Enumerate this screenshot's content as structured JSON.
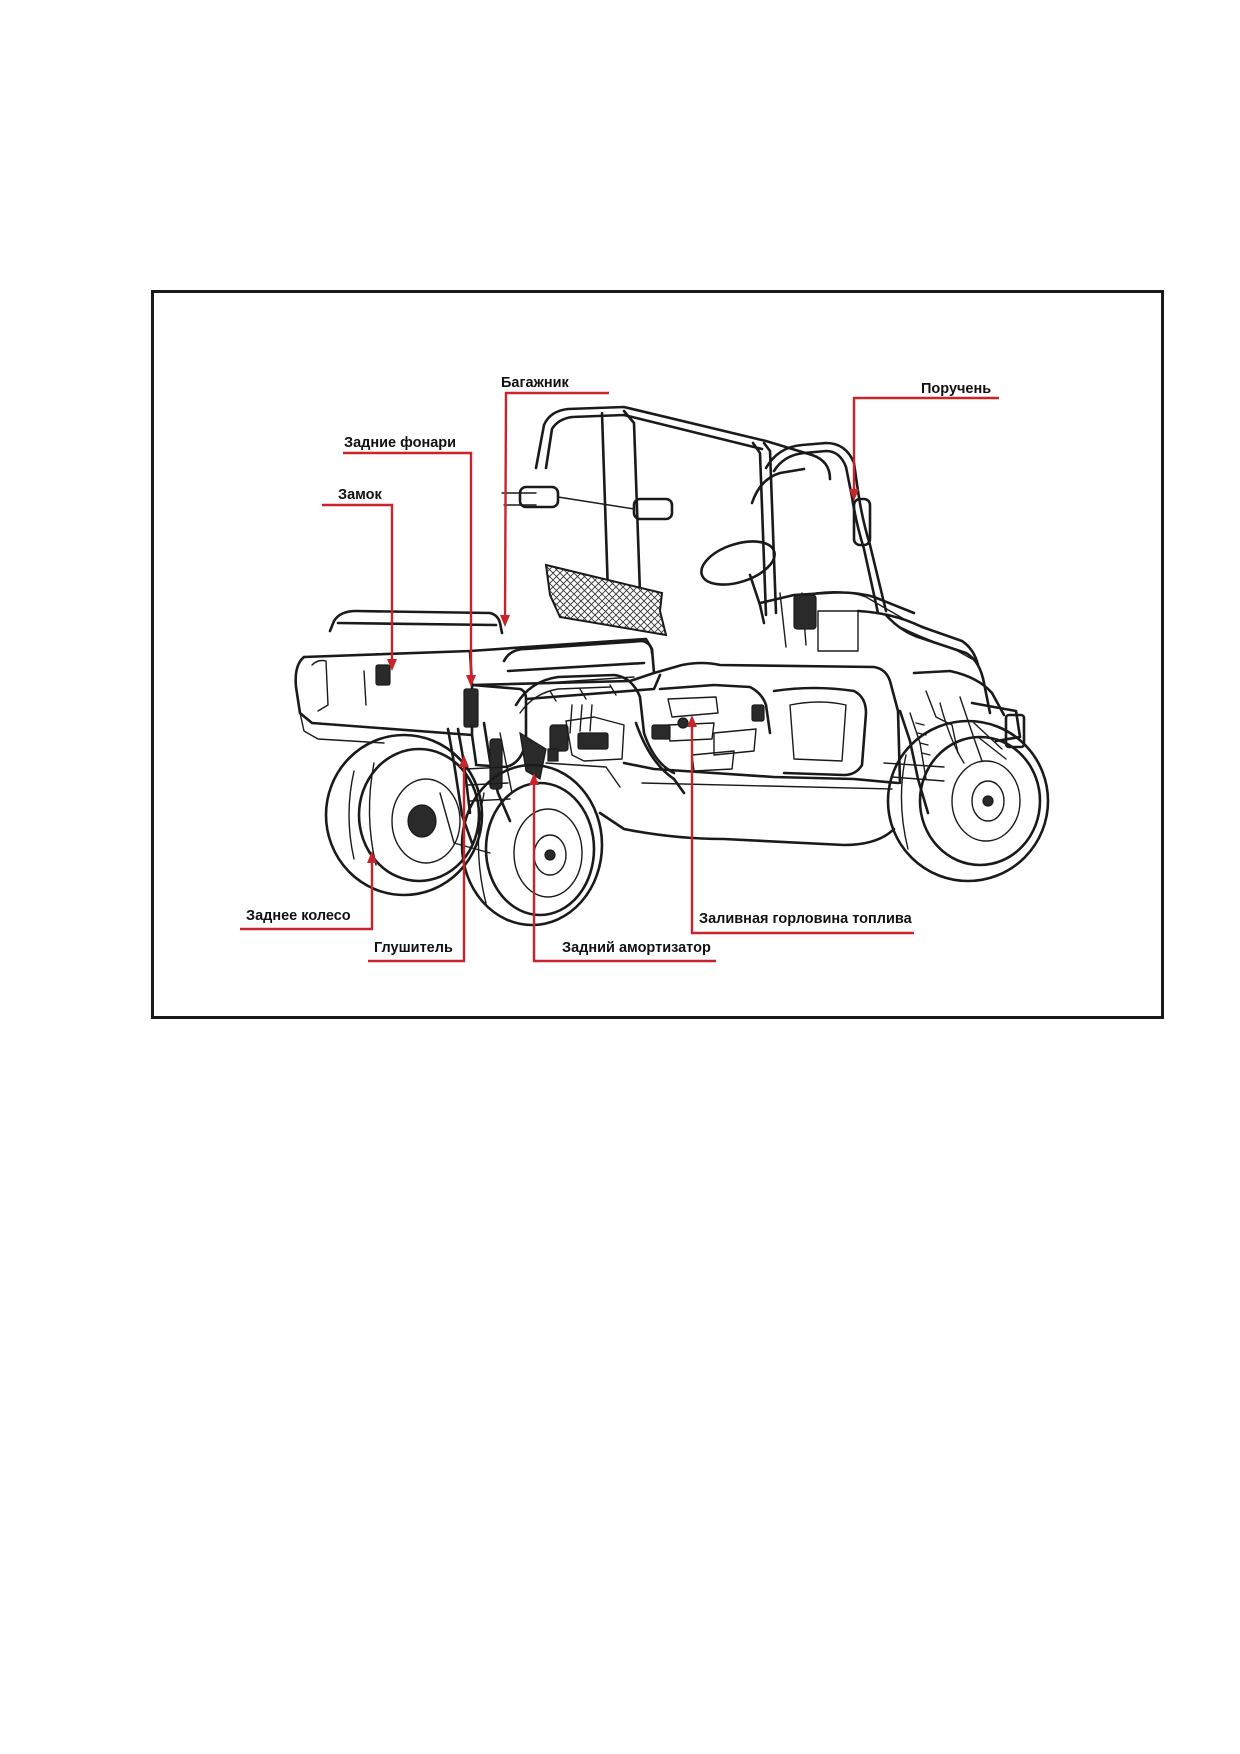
{
  "diagram": {
    "subject": "utv-rear-left-view",
    "accent_color": "#c8242b",
    "line_color": "#1a1a1a",
    "callouts": {
      "cargo_box": "Багажник",
      "handrail": "Поручень",
      "tail_lights": "Задние фонари",
      "lock": "Замок",
      "rear_wheel": "Заднее колесо",
      "muffler": "Глушитель",
      "rear_shock": "Задний амортизатор",
      "fuel_filler": "Заливная горловина топлива"
    }
  }
}
